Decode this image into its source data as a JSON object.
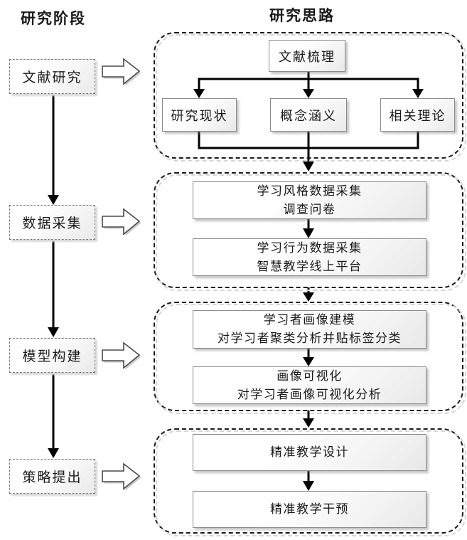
{
  "left": {
    "title": "研究阶段",
    "stages": [
      "文献研究",
      "数据采集",
      "模型构建",
      "策略提出"
    ]
  },
  "right": {
    "title": "研究思路",
    "group1": {
      "top": "文献梳理",
      "children": [
        "研究现状",
        "概念涵义",
        "相关理论"
      ]
    },
    "group2": {
      "box1": [
        "学习风格数据采集",
        "调查问卷"
      ],
      "box2": [
        "学习行为数据采集",
        "智慧教学线上平台"
      ]
    },
    "group3": {
      "box1": [
        "学习者画像建模",
        "对学习者聚类分析并贴标签分类"
      ],
      "box2": [
        "画像可视化",
        "对学习者画像可视化分析"
      ]
    },
    "group4": {
      "box1": "精准教学设计",
      "box2": "精准教学干预"
    }
  },
  "colors": {
    "line": "#000000",
    "box_border": "#8c8c8c",
    "container_border": "#1c1c1c",
    "block_arrow_outline": "#4a4a4a"
  }
}
